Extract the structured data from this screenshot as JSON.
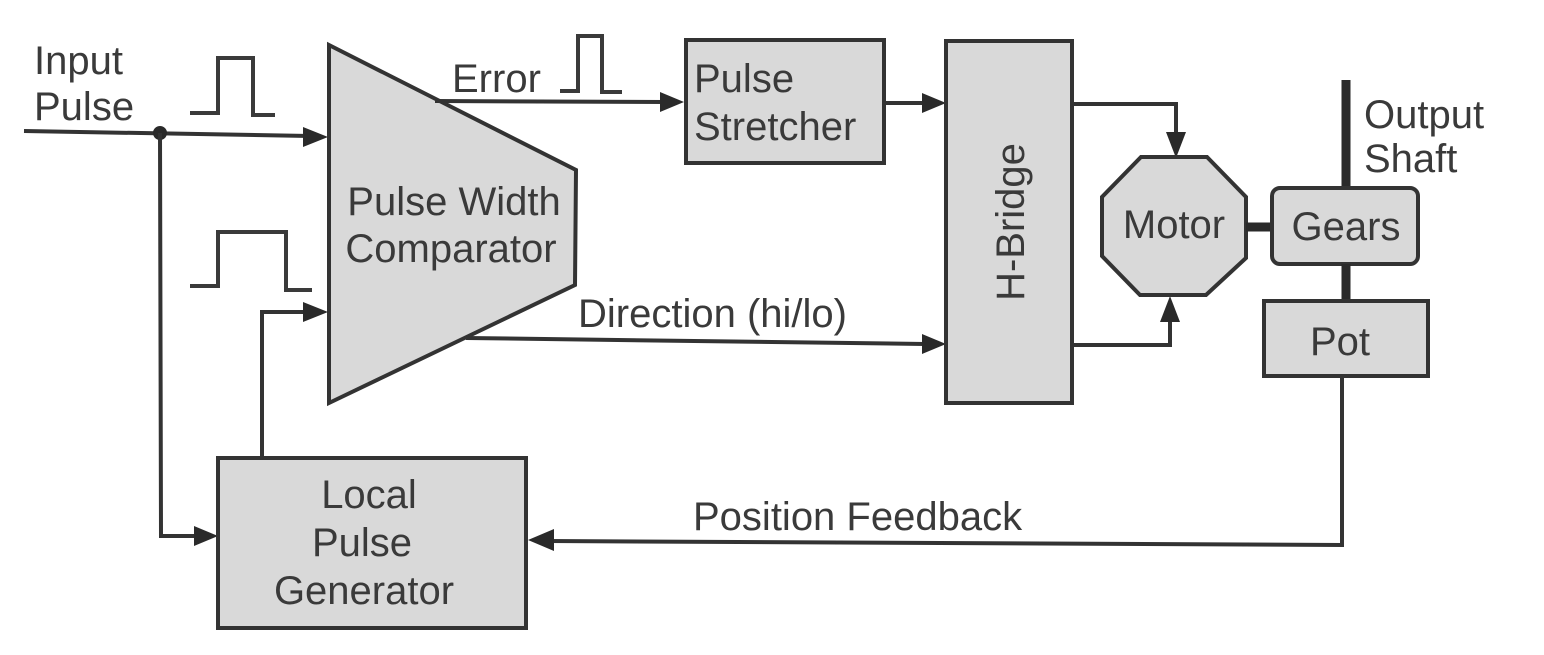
{
  "diagram": {
    "type": "block-diagram",
    "subject": "Servo motor control loop",
    "blocks": {
      "comparator": {
        "line1": "Pulse Width",
        "line2": "Comparator"
      },
      "stretcher": {
        "line1": "Pulse",
        "line2": "Stretcher"
      },
      "hbridge": {
        "label": "H-Bridge"
      },
      "motor": {
        "label": "Motor"
      },
      "gears": {
        "label": "Gears"
      },
      "pot": {
        "label": "Pot"
      },
      "generator": {
        "line1": "Local",
        "line2": "Pulse",
        "line3": "Generator"
      }
    },
    "labels": {
      "input_line1": "Input",
      "input_line2": "Pulse",
      "error": "Error",
      "direction": "Direction (hi/lo)",
      "output_line1": "Output",
      "output_line2": "Shaft",
      "feedback": "Position Feedback"
    },
    "connections": [
      {
        "from": "Input Pulse",
        "to": "Pulse Width Comparator"
      },
      {
        "from": "Input Pulse",
        "to": "Local Pulse Generator"
      },
      {
        "from": "Local Pulse Generator",
        "to": "Pulse Width Comparator"
      },
      {
        "from": "Pulse Width Comparator",
        "to": "Pulse Stretcher",
        "label": "Error"
      },
      {
        "from": "Pulse Width Comparator",
        "to": "H-Bridge",
        "label": "Direction (hi/lo)"
      },
      {
        "from": "Pulse Stretcher",
        "to": "H-Bridge"
      },
      {
        "from": "H-Bridge",
        "to": "Motor"
      },
      {
        "from": "Motor",
        "to": "Gears"
      },
      {
        "from": "Gears",
        "to": "Output Shaft"
      },
      {
        "from": "Gears",
        "to": "Pot"
      },
      {
        "from": "Pot",
        "to": "Local Pulse Generator",
        "label": "Position Feedback"
      }
    ]
  }
}
